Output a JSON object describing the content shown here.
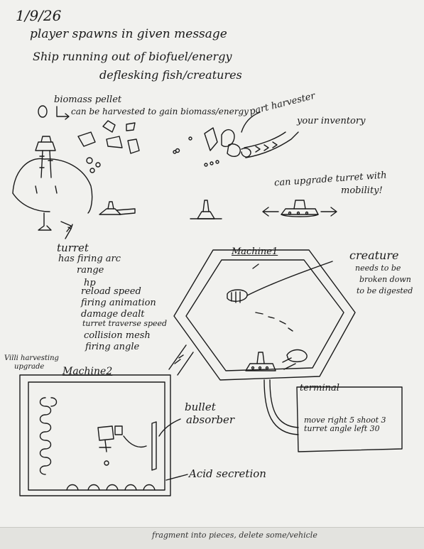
{
  "notes": {
    "date": "1/9/26",
    "line1": "player spawns in given message",
    "line2": "Ship running out of biofuel/energy",
    "line3": "deflesking fish/creatures",
    "pellet_title": "biomass pellet",
    "pellet_note": "can be harvested to gain biomass/energy",
    "part_harvester": "part harvester",
    "your_inventory": "your inventory",
    "upgrade_turret": "can upgrade turret with",
    "mobility": "mobility!",
    "turret_title": "turret",
    "turret_props": [
      "has firing arc",
      "range",
      "hp",
      "reload speed",
      "firing animation",
      "damage dealt",
      "turret traverse speed",
      "collision mesh",
      "firing angle"
    ],
    "villi_line1": "Villi harvesting",
    "villi_line2": "upgrade",
    "machine1": "Machine1",
    "machine2": "Machine2",
    "creature": "creature",
    "creature_note1": "needs to be",
    "creature_note2": "broken down",
    "creature_note3": "to be digested",
    "bullet_absorber1": "bullet",
    "bullet_absorber2": "absorber",
    "acid_secretion": "Acid secretion",
    "terminal": "terminal",
    "terminal_cmd": "move right 5 shoot 3 turret angle left 30",
    "bottom_line": "fragment into pieces, delete some/vehicle"
  },
  "colors": {
    "paper": "#f1f1ee",
    "ink": "#1a1a1a"
  },
  "icons": {
    "turret_sketches": "turret-icon",
    "pellet": "pellet-circle-icon",
    "arrows": "arrow-icon"
  }
}
